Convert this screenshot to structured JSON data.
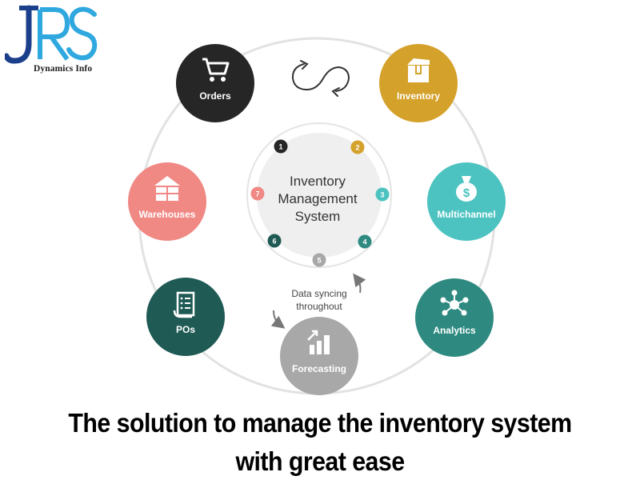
{
  "brand": {
    "logo_text": "JRS",
    "tagline": "Dynamics Info",
    "colors": {
      "navy": "#1b3f8b",
      "cyan": "#2fa8df"
    }
  },
  "center": {
    "title_lines": [
      "Inventory",
      "Management",
      "System"
    ]
  },
  "sync_label": {
    "lines": [
      "Data syncing",
      "throughout"
    ]
  },
  "nodes": [
    {
      "label": "Orders",
      "icon": "shopping-cart-icon",
      "color": "#262626"
    },
    {
      "label": "Inventory",
      "icon": "box-icon",
      "color": "#d4a12a"
    },
    {
      "label": "Multichannel",
      "icon": "money-bag-icon",
      "color": "#4cc3c0"
    },
    {
      "label": "Analytics",
      "icon": "network-icon",
      "color": "#2e8a80"
    },
    {
      "label": "Forecasting",
      "icon": "growth-chart-icon",
      "color": "#a8a8a8"
    },
    {
      "label": "POs",
      "icon": "document-list-icon",
      "color": "#1f5a55"
    },
    {
      "label": "Warehouses",
      "icon": "warehouse-icon",
      "color": "#f08884"
    }
  ],
  "badges": [
    {
      "num": "1",
      "color": "#262626"
    },
    {
      "num": "2",
      "color": "#d4a12a"
    },
    {
      "num": "3",
      "color": "#4cc3c0"
    },
    {
      "num": "4",
      "color": "#2e8a80"
    },
    {
      "num": "5",
      "color": "#a8a8a8"
    },
    {
      "num": "6",
      "color": "#1f5a55"
    },
    {
      "num": "7",
      "color": "#f08884"
    }
  ],
  "caption": {
    "line1": "The solution to manage the inventory system",
    "line2": "with great ease"
  }
}
